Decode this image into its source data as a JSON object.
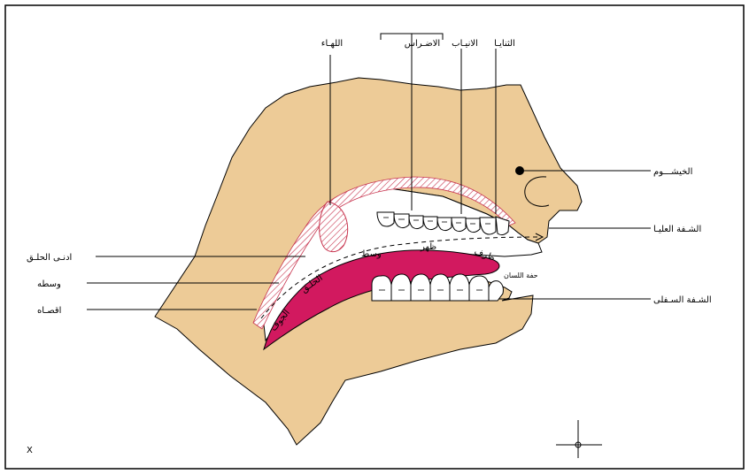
{
  "colors": {
    "face": "#EDCB97",
    "tongue": "#D2195F",
    "teeth": "#FFFFFF",
    "hatch": "#C8354F",
    "line": "#000000",
    "frame": "#000000"
  },
  "labels": {
    "palate": "اللهـاء",
    "molars": "الاضـراس",
    "canines": "الانيـاب",
    "incisors": "الثنايـا",
    "nasal": "الخيشـــوم",
    "upper_lip": "الشـفة العليـا",
    "lower_lip": "الشـفة السـفلى",
    "throat_lower": "ادنـى الحلـق",
    "throat_middle": "وسطه",
    "throat_far": "اقصـاه",
    "tongue_back": "ظهر",
    "tongue_middle": "وسط",
    "tongue_tip": "طرف",
    "tongue_edge": "حفة اللسان",
    "throat": "الحلـق",
    "pharynx": "الجوف"
  },
  "corner_mark": "X",
  "icons": {
    "crosshair": "crosshair-icon",
    "nose_dot": "nasal-dot-icon"
  }
}
